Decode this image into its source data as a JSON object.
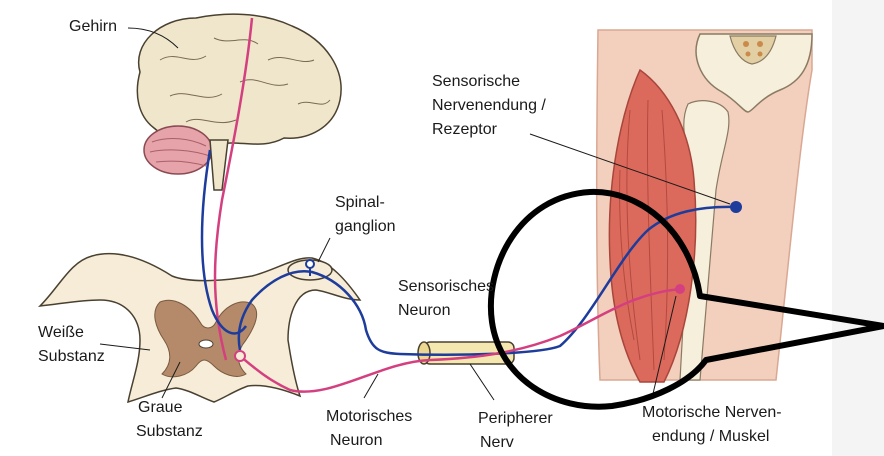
{
  "labels": {
    "gehirn": "Gehirn",
    "spinalganglion": [
      "Spinal-",
      "ganglion"
    ],
    "sensorische_nervenendung": [
      "Sensorische",
      "Nervenendung /",
      "Rezeptor"
    ],
    "sensorisches_neuron": [
      "Sensorisches",
      "Neuron"
    ],
    "weisse_substanz": [
      "Weiße",
      "Substanz"
    ],
    "graue_substanz": [
      "Graue",
      "Substanz"
    ],
    "motorisches_neuron": [
      "Motorisches",
      "Neuron"
    ],
    "peripherer_nerv": [
      "Peripherer",
      "Nerv"
    ],
    "motorische_nervenendung": [
      "Motorische Nerven-",
      "endung / Muskel"
    ]
  },
  "colors": {
    "sensory": "#1d3c9c",
    "motor": "#d4407f",
    "brain": "#efe6cc",
    "cerebellum": "#e6a3aa",
    "muscle": "#dc6a5c",
    "skin": "#f3cfbe",
    "bone": "#f6efdb",
    "grey_matter": "#b48a6a"
  }
}
